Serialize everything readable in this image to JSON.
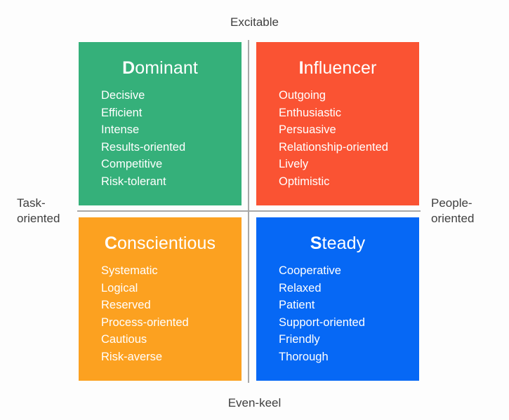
{
  "diagram": {
    "title": "DISC personality quadrant diagram",
    "background_color": "#fdfdfd",
    "label_color": "#3f3f3f",
    "divider_color": "#a8a8a8"
  },
  "axes": {
    "top": "Excitable",
    "bottom": "Even-keel",
    "left": "Task-\noriented",
    "right": "People-\noriented"
  },
  "quadrants": [
    {
      "key": "dominant",
      "initial": "D",
      "rest": "ominant",
      "full_title": "Dominant",
      "color": "#35b07a",
      "text_color": "#ffffff",
      "position": "top-left",
      "traits": [
        "Decisive",
        "Efficient",
        "Intense",
        "Results-oriented",
        "Competitive",
        "Risk-tolerant"
      ]
    },
    {
      "key": "influencer",
      "initial": "I",
      "rest": "nfluencer",
      "full_title": "Influencer",
      "color": "#fa5333",
      "text_color": "#ffffff",
      "position": "top-right",
      "traits": [
        "Outgoing",
        "Enthusiastic",
        "Persuasive",
        "Relationship-oriented",
        "Lively",
        "Optimistic"
      ]
    },
    {
      "key": "conscientious",
      "initial": "C",
      "rest": "onscientious",
      "full_title": "Conscientious",
      "color": "#fca120",
      "text_color": "#ffffff",
      "position": "bottom-left",
      "traits": [
        "Systematic",
        "Logical",
        "Reserved",
        "Process-oriented",
        "Cautious",
        "Risk-averse"
      ]
    },
    {
      "key": "steady",
      "initial": "S",
      "rest": "teady",
      "full_title": "Steady",
      "color": "#0668f5",
      "text_color": "#ffffff",
      "position": "bottom-right",
      "traits": [
        "Cooperative",
        "Relaxed",
        "Patient",
        "Support-oriented",
        "Friendly",
        "Thorough"
      ]
    }
  ]
}
